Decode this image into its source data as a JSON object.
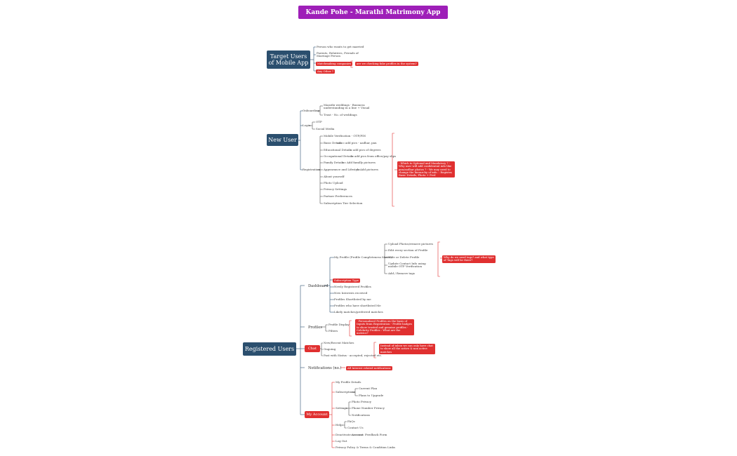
{
  "title": "Kande Pohe - Marathi Matrimony App",
  "target_users": {
    "root": "Target Users of Mobile App",
    "items": [
      "Person who wants to get married",
      "Parents, Relatives, Friends of Marriage Person",
      "Matchmaking companies",
      "Any Other ?"
    ],
    "note": "are we checking fake profiles in the system?"
  },
  "new_user": {
    "root": "New User",
    "onboarding": "Onboarding",
    "onboarding_items": [
      "Marathi weddings - Business understanding in a line + Visual",
      "Trust - No. of weddings"
    ],
    "login": "Login",
    "login_items": [
      "OTP",
      "Social Media"
    ],
    "registration": "Registration",
    "registration_items": [
      "Mobile Verification - OTP/PIN",
      "Basic Details",
      "Educational Details",
      "Occupational Details",
      "Family Details",
      "Appearance and Lifestyle",
      "About yourself",
      "Photo Upload",
      "Privacy Settings",
      "Partner Preferences",
      "Subscription Tier Selection"
    ],
    "registration_extras": [
      "add pics - aadhar, pan",
      "add pics of degrees",
      "add pics from office/pay slips",
      "Add familly pictures",
      "Add pictures"
    ],
    "registration_note": "- Which is Optional and Mandatory ? - Why user will add confidential info like pan/aadhar photos ? - We may need to change the hierarchy of info. : Register, Basic Details, Photo + Pref."
  },
  "registered": {
    "root": "Registered Users",
    "dashboard": "Dashboard",
    "my_profile": "My Profile (Profile Completeness Meter)",
    "my_profile_items": [
      "Upload Photos/remove pictures",
      "Edit every section of Profile",
      "Hide or Delete Profile",
      "Update Contact Info using mobile OTP Verification",
      "Add / Remove tags"
    ],
    "my_profile_note": "Why do we need tags? and what type of Tags will be there?",
    "subscription_type": "Subscription Type",
    "dashboard_items": [
      "Newly Registered Profiles",
      "New Interests received",
      "Profiles Shortlisted by me",
      "Profiles who have shortlisted Me",
      "Likely matches/preferred matches"
    ],
    "profiles": "Profiles",
    "profiles_items": [
      "Profile Display",
      "Filters"
    ],
    "profiles_note": "- Personalized Profiles on the basis of Inputs from Registration - Profile badges to show trusted and genuine profiles - Celebrity Profiles : What are the metrics?",
    "chat": "Chat",
    "chat_items": [
      "New/Recent Matches",
      "Ongoing",
      "Past with Status - accepted, rejected etc."
    ],
    "chat_note": "Instead of inbox we can only have chat to show all the active & non active matches",
    "notifications": "Notifications (no.)",
    "notifications_note": "All Interest related notifications",
    "my_account": "My Account",
    "account_items": [
      "My Profile Details",
      "Subscriptions",
      "Settings",
      "Help",
      "Deactivate Account",
      "Log Out",
      "Privacy Policy & Terms & Condition Links"
    ],
    "subscriptions_items": [
      "Current Plan",
      "Plans to Upgrade"
    ],
    "settings_items": [
      "Photo Privacy",
      "Phone Number Privacy",
      "Notifications"
    ],
    "help_items": [
      "FAQs",
      "Contact Us"
    ],
    "deactivate_extra": "Feedback Form"
  },
  "colors": {
    "root": "#2b4f6e",
    "title": "#9e1fb8",
    "note": "#e03030",
    "line_blue": "#2b4f6e",
    "line_red": "#e03030"
  }
}
